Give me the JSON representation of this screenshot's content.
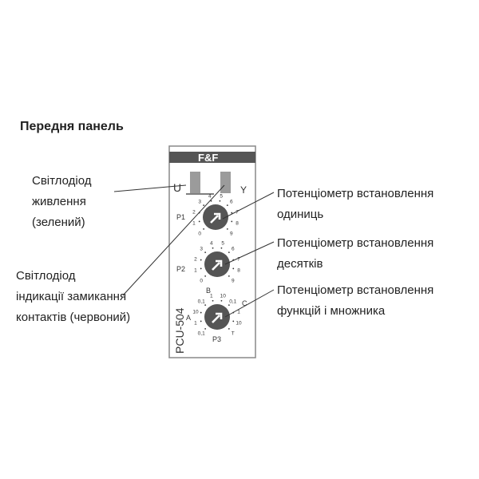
{
  "page_title": "Передня панель",
  "device": {
    "brand": "F&F",
    "model": "PCU-504",
    "led_marks": {
      "power": "U",
      "relay": "Y"
    },
    "knobs": [
      {
        "label": "P1",
        "scale": [
          "0",
          "1",
          "2",
          "3",
          "4",
          "5",
          "6",
          "7",
          "8",
          "9"
        ]
      },
      {
        "label": "P2",
        "scale": [
          "0",
          "1",
          "2",
          "3",
          "4",
          "5",
          "6",
          "7",
          "8",
          "9"
        ]
      },
      {
        "label": "P3",
        "functions": [
          "A",
          "B",
          "C"
        ],
        "multipliers": [
          "0,1",
          "1",
          "10",
          "0,1",
          "1",
          "10",
          "0,1",
          "1",
          "10",
          "T"
        ]
      }
    ]
  },
  "callouts": {
    "power_led": [
      "Світлодіод",
      "живлення",
      "(зелений)"
    ],
    "relay_led": [
      "Світлодіод",
      "індикації замикання",
      "контактів (червоний)"
    ],
    "p1": [
      "Потенціометр встановлення",
      "одиниць"
    ],
    "p2": [
      "Потенціометр встановлення",
      "десятків"
    ],
    "p3": [
      "Потенціометр встановлення",
      "функцій і множника"
    ]
  },
  "colors": {
    "panel_border": "#888888",
    "header_bar": "#555555",
    "led": "#9b9b9b",
    "knob": "#555555",
    "leader_line": "#333333"
  }
}
